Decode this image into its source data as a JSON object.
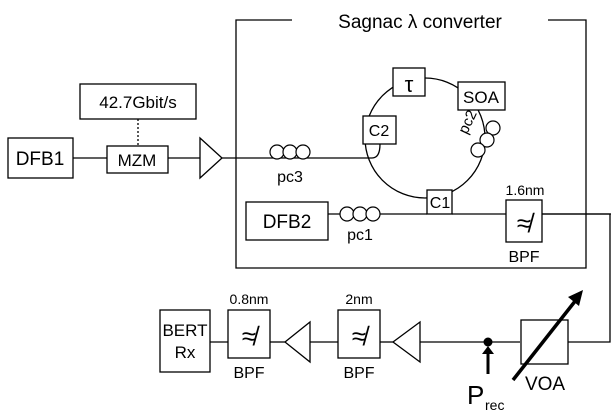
{
  "converter": {
    "title": "Sagnac λ converter"
  },
  "components": {
    "dfb1": "DFB1",
    "mzm": "MZM",
    "source": "42.7Gbit/s",
    "dfb2": "DFB2",
    "tau": "τ",
    "soa": "SOA",
    "c1": "C1",
    "c2": "C2",
    "pc1": "pc1",
    "pc2": "pc2",
    "pc3": "pc3",
    "bert_line1": "BERT",
    "bert_line2": "Rx",
    "voa": "VOA",
    "p": "P",
    "p_sub": "rec"
  },
  "filters": {
    "bpf_label": "BPF",
    "bw_sagnac": "1.6nm",
    "bw_rx1": "0.8nm",
    "bw_rx2": "2nm",
    "symbol": "≉"
  }
}
